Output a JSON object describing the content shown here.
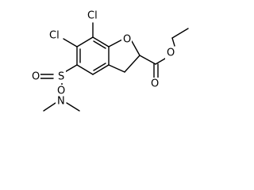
{
  "molecule": {
    "atom_labels": {
      "cl_top": "Cl",
      "cl_left": "Cl",
      "o_ring": "O",
      "o_carbonyl": "O",
      "o_ester": "O",
      "s": "S",
      "o_sulfonyl_top": "O",
      "o_sulfonyl_bottom": "O",
      "n": "N"
    }
  }
}
